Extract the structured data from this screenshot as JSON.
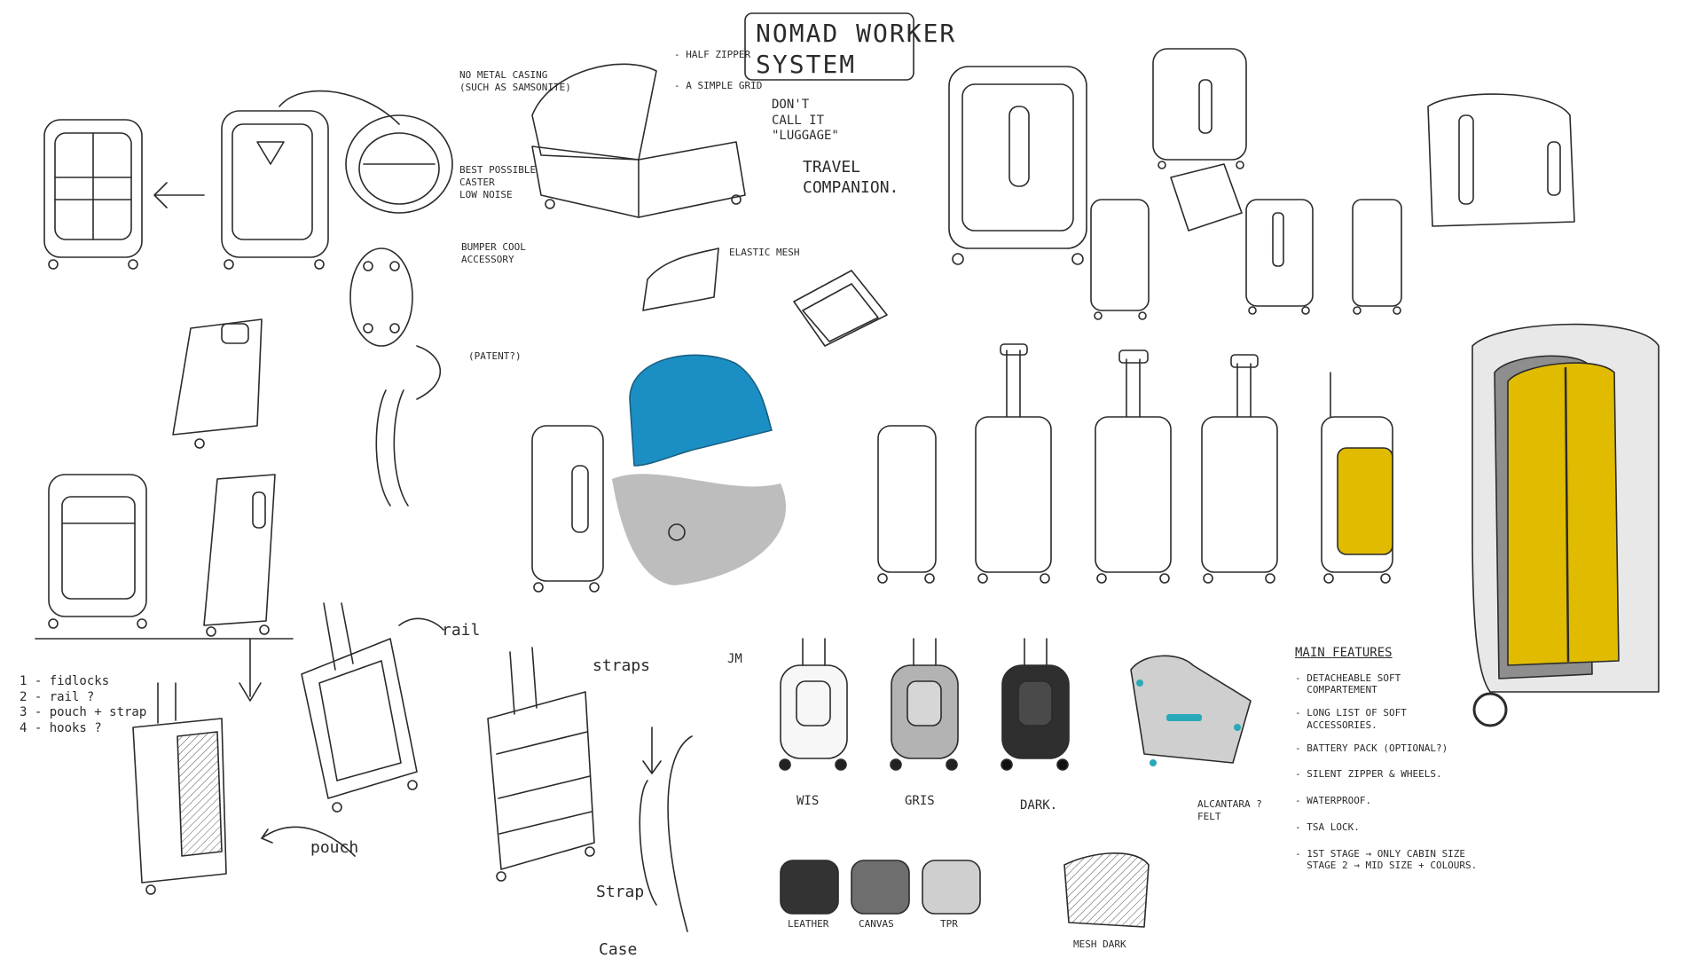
{
  "notes": {
    "title": "NOMAD WORKER\nSYSTEM",
    "dont_call": "DON'T\nCALL IT\n\"LUGGAGE\"",
    "travel_companion": "TRAVEL\nCOMPANION.",
    "half_zipper": "- HALF ZIPPER",
    "simple_grid": "- A SIMPLE GRID",
    "no_metal_casing": "NO METAL CASING\n(SUCH AS SAMSONITE)",
    "best_possible_caster": "BEST POSSIBLE\nCASTER\nLOW NOISE",
    "bumper_cool_accessory": "BUMPER COOL\nACCESSORY",
    "patent": "(PATENT?)",
    "elastic_mesh": "ELASTIC MESH",
    "rail": "rail",
    "straps": "straps",
    "strap": "Strap",
    "case": "Case",
    "pouch": "pouch",
    "initials": "JM",
    "checklist": "1 - fidlocks\n2 - rail ?\n3 - pouch + strap\n4 - hooks ?"
  },
  "variants": [
    "WIS",
    "GRIS",
    "DARK."
  ],
  "materials": [
    "LEATHER",
    "CANVAS",
    "TPR",
    "MESH DARK"
  ],
  "alcantara_note": "ALCANTARA ?\nFELT",
  "features": {
    "heading": "MAIN FEATURES",
    "items": [
      "- DETACHEABLE SOFT\n  COMPARTEMENT",
      "- LONG LIST OF SOFT\n  ACCESSORIES.",
      "- BATTERY PACK (OPTIONAL?)",
      "- SILENT ZIPPER & WHEELS.",
      "- WATERPROOF.",
      "- TSA LOCK.",
      "- 1ST STAGE → ONLY CABIN SIZE\n  STAGE 2 → MID SIZE + COLOURS."
    ]
  },
  "colors": {
    "ink": "#2b2b2b",
    "blue": "#1b8fc4",
    "yellow": "#e0bb00",
    "grey": "#bdbdbd",
    "dark": "#2f2f2f",
    "teal": "#2aa9b8"
  }
}
